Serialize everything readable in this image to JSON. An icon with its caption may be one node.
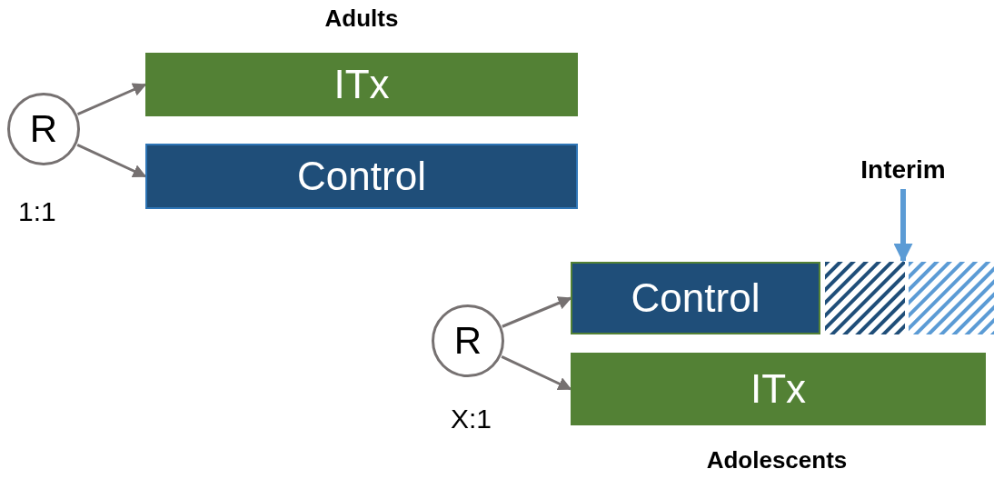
{
  "diagram": {
    "nodes": [
      {
        "text": [
          "R"
        ],
        "beside": [
          "1:1"
        ]
      },
      {
        "text": [
          "ITx"
        ]
      },
      {
        "text": [
          "Control"
        ]
      },
      {
        "text": [
          "Interim"
        ]
      },
      {
        "text": [
          "R"
        ],
        "beside": [
          "X:1"
        ]
      },
      {
        "text": [
          "Control"
        ]
      },
      {
        "text": [],
        "shape": "bar"
      },
      {
        "text": [],
        "shape": "bar"
      },
      {
        "text": [
          "ITx"
        ]
      }
    ],
    "edges": [
      {
        "from": 0,
        "to": 1,
        "arrow": "to"
      },
      {
        "from": 0,
        "to": 2,
        "arrow": "to"
      },
      {
        "from": 3,
        "to": 6,
        "arrow": "to",
        "style": "thick",
        "color": "#5b9bd5"
      },
      {
        "from": 4,
        "to": 5,
        "arrow": "to"
      },
      {
        "from": 4,
        "to": 8,
        "arrow": "to"
      }
    ],
    "labels": [
      "Adults",
      "Adolescents"
    ]
  }
}
